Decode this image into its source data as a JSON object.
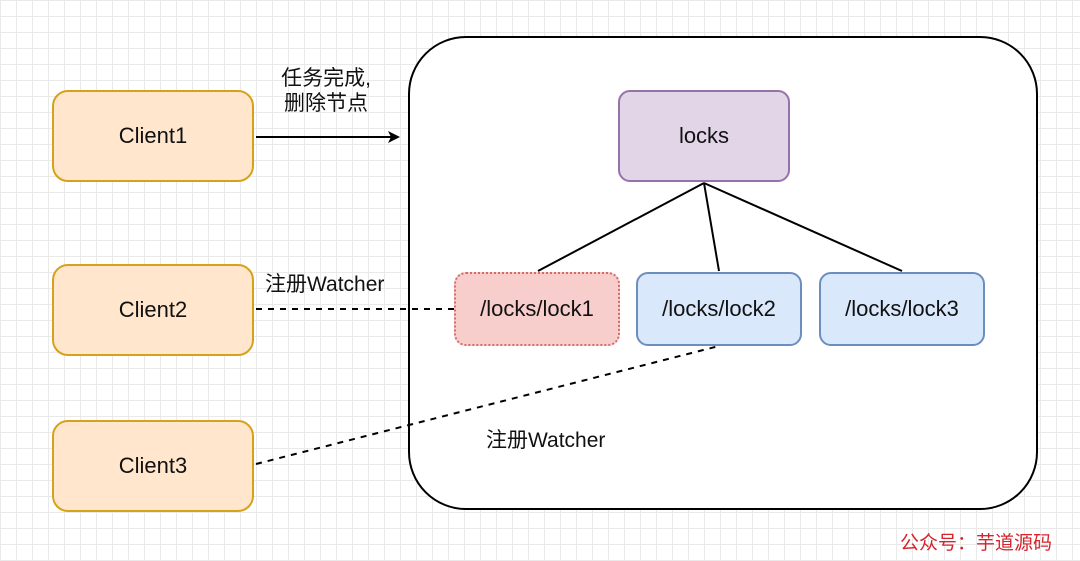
{
  "nodes": {
    "client1": "Client1",
    "client2": "Client2",
    "client3": "Client3",
    "locks": "locks",
    "lock1": "/locks/lock1",
    "lock2": "/locks/lock2",
    "lock3": "/locks/lock3"
  },
  "labels": {
    "task_line1": "任务完成,",
    "task_line2": "删除节点",
    "watch_lock1": "注册Watcher",
    "watch_lock2": "注册Watcher"
  },
  "watermark": "公众号：芋道源码",
  "colors": {
    "client_fill": "#ffe6cc",
    "client_border": "#d6a21c",
    "root_fill": "#e1d5e7",
    "root_border": "#9673a6",
    "child_fill": "#dae8fc",
    "child_border": "#6c8ebf",
    "deleted_fill": "#f8cecc",
    "deleted_border": "#d46a6a",
    "watermark": "#d6242c"
  }
}
